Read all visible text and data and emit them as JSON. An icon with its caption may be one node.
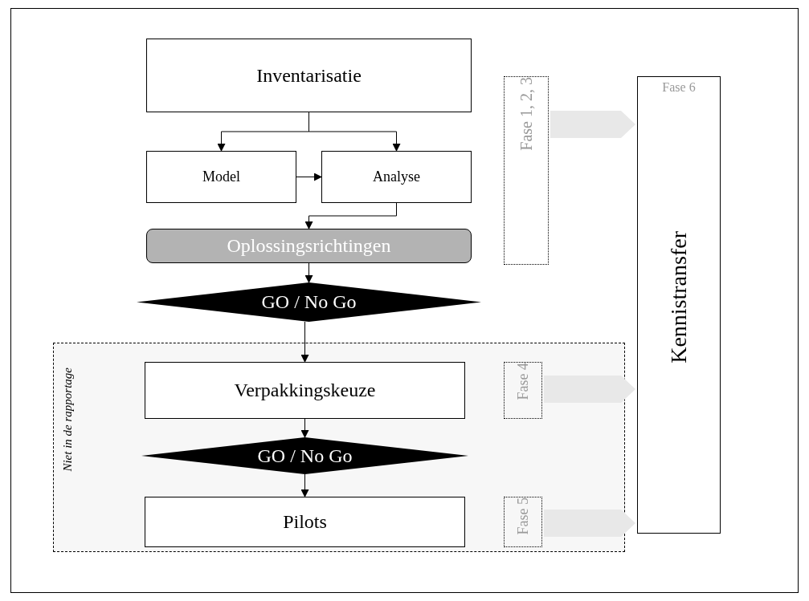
{
  "diagram": {
    "nodes": [
      {
        "text": [
          "Inventarisatie"
        ]
      },
      {
        "text": [
          "Fase 1, 2, 3"
        ]
      },
      {
        "text": [
          "Fase 6",
          "Kennistransfer"
        ]
      },
      {
        "text": [
          "Model"
        ]
      },
      {
        "text": [
          "Analyse"
        ]
      },
      {
        "text": [
          "Oplossingsrichtingen"
        ]
      },
      {
        "text": [
          "GO / No Go"
        ]
      },
      {
        "text": [
          "Niet in de rapportage"
        ]
      },
      {
        "text": [
          "Verpakkingskeuze"
        ],
        "in": 7
      },
      {
        "text": [
          "Fase 4"
        ],
        "in": 7
      },
      {
        "text": [
          "GO / No Go"
        ],
        "in": 7
      },
      {
        "text": [
          "Pilots"
        ],
        "in": 7
      },
      {
        "text": [
          "Fase 5"
        ],
        "in": 7
      }
    ],
    "edges": [
      {
        "from": 0,
        "to": 3,
        "arrow": "to"
      },
      {
        "from": 0,
        "to": 4,
        "arrow": "to"
      },
      {
        "from": 3,
        "to": 4,
        "arrow": "to"
      },
      {
        "from": 4,
        "to": 5,
        "arrow": "to"
      },
      {
        "from": 5,
        "to": 6,
        "arrow": "to"
      },
      {
        "from": 6,
        "to": 8,
        "arrow": "to"
      },
      {
        "from": 8,
        "to": 10,
        "arrow": "to"
      },
      {
        "from": 10,
        "to": 11,
        "arrow": "to"
      },
      {
        "from": 1,
        "to": 2,
        "arrow": "to",
        "style": "thick",
        "color": "#e8e8e8"
      },
      {
        "from": 9,
        "to": 2,
        "arrow": "to",
        "style": "thick",
        "color": "#e8e8e8"
      },
      {
        "from": 12,
        "to": 2,
        "arrow": "to",
        "style": "thick",
        "color": "#e8e8e8"
      }
    ]
  }
}
